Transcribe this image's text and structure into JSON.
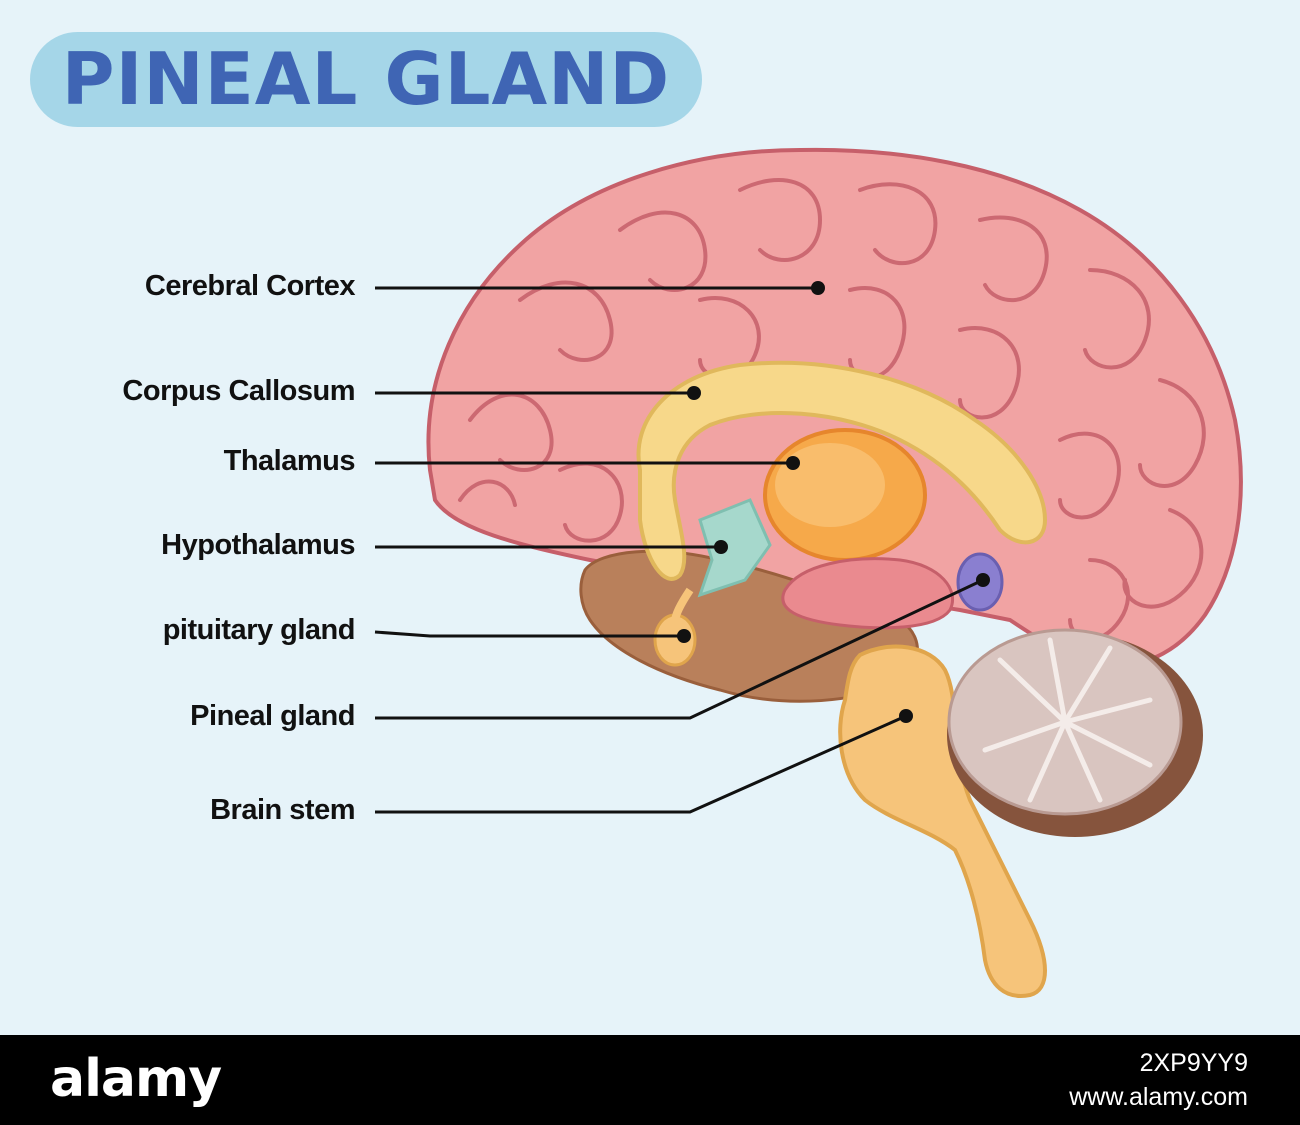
{
  "title": "PINEAL GLAND",
  "labels": [
    {
      "key": "cerebral_cortex",
      "text": "Cerebral Cortex"
    },
    {
      "key": "corpus_callosum",
      "text": "Corpus Callosum"
    },
    {
      "key": "thalamus",
      "text": "Thalamus"
    },
    {
      "key": "hypothalamus",
      "text": "Hypothalamus"
    },
    {
      "key": "pituitary_gland",
      "text": "pituitary gland"
    },
    {
      "key": "pineal_gland",
      "text": "Pineal gland"
    },
    {
      "key": "brain_stem",
      "text": "Brain stem"
    }
  ],
  "watermark": {
    "logo": "alamy",
    "image_id": "2XP9YY9",
    "url": "www.alamy.com"
  },
  "colors": {
    "background": "#e6f3f9",
    "title_pill": "#a5d6e8",
    "title_text": "#3f65b4",
    "cortex": "#f1a3a3",
    "cortex_outline": "#c65f6a",
    "corpus_callosum": "#f7d88a",
    "thalamus": "#f6a94a",
    "hypothalamus": "#a6d8cc",
    "pineal_gland": "#8a7fd0",
    "brain_stem": "#f6c47a",
    "cerebellum": "#d9c5c0",
    "leader_line": "#111111"
  }
}
